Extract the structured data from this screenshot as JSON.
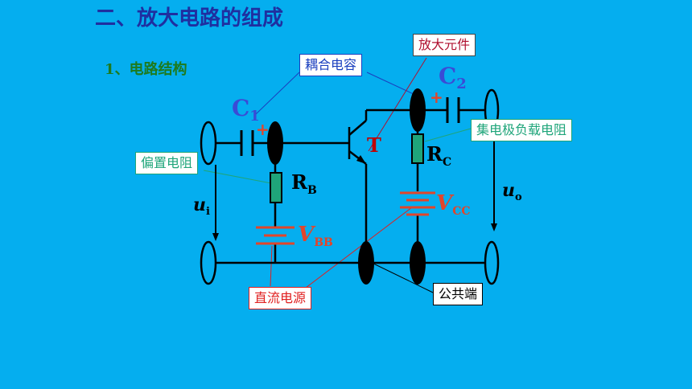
{
  "slide": {
    "title": "二、放大电路的组成",
    "subtitle": "1、电路结构"
  },
  "callouts": {
    "coupling": "耦合电容",
    "amplifier": "放大元件",
    "bias": "偏置电阻",
    "collector_load": "集电极负载电阻",
    "dc_source": "直流电源",
    "common": "公共端"
  },
  "labels": {
    "c1": "C",
    "c1_sub": "1",
    "c2": "C",
    "c2_sub": "2",
    "transistor": "T",
    "rb": "R",
    "rb_sub": "B",
    "rc": "R",
    "rc_sub": "C",
    "vbb": "V",
    "vbb_sub": "BB",
    "vcc": "V",
    "vcc_sub": "CC",
    "ui": "u",
    "ui_sub": "i",
    "uo": "u",
    "uo_sub": "o",
    "plus": "+"
  },
  "colors": {
    "background": "#05AEEF",
    "title": "#1F2FA0",
    "subtitle": "#1E7A1E",
    "capacitor_label": "#3A4BD6",
    "transistor_label": "#C00000",
    "source_label": "#E2452A",
    "resistor_fill": "#1FA57A",
    "callout_coupling": "#1A3FBF",
    "callout_amplifier": "#B01030",
    "callout_bias": "#1FA57A",
    "callout_collector": "#1FA57A",
    "callout_dc": "#E02020",
    "callout_common": "#000000"
  }
}
